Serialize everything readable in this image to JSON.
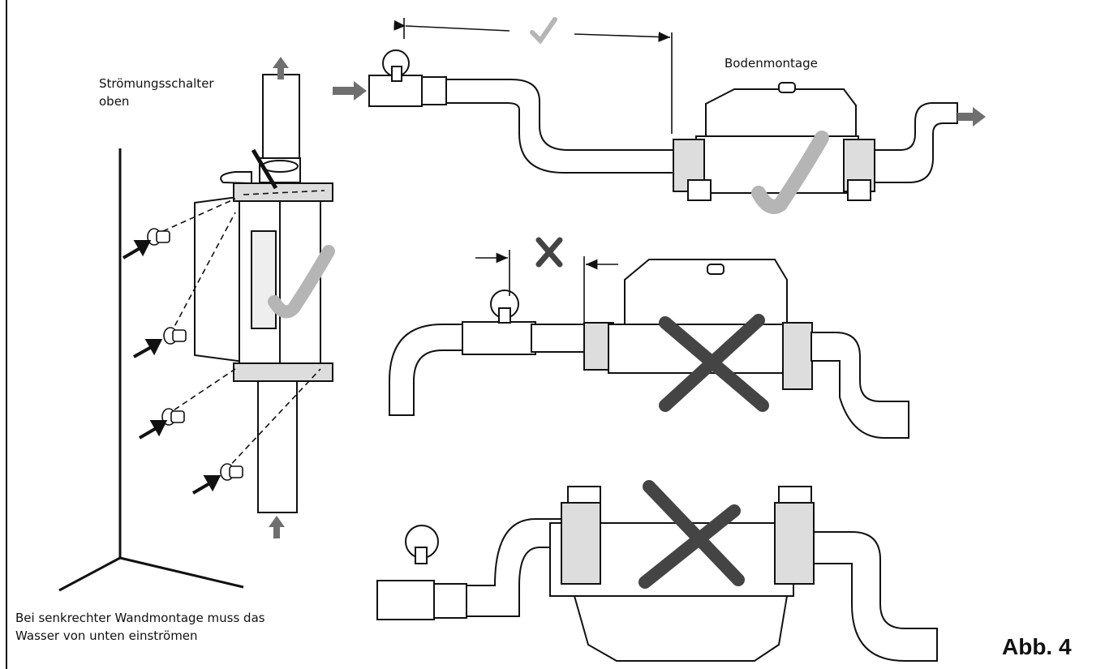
{
  "labels": {
    "switch_top_line1": "Strömungsschalter",
    "switch_top_line2": "oben",
    "floor_mount": "Bodenmontage",
    "wall_note_line1": "Bei senkrechter Wandmontage muss das",
    "wall_note_line2": "Wasser von unten einströmen",
    "figure": "Abb. 4"
  },
  "colors": {
    "outline": "#111111",
    "tick_mark": "#b5b5b5",
    "cross_mark": "#444444",
    "flow_arrow": "#6f6f6f",
    "pipe_fill": "#ffffff"
  },
  "marks": {
    "vertical_mount": "correct",
    "floor_mount": "correct",
    "too_close_to_valve": "wrong",
    "upside_down": "wrong"
  }
}
